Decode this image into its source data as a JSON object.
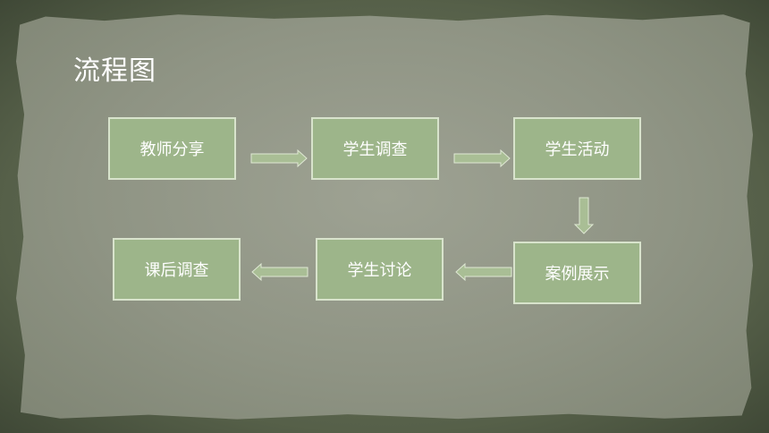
{
  "title": "流程图",
  "steps": [
    {
      "label": "教师分享"
    },
    {
      "label": "学生调查"
    },
    {
      "label": "学生活动"
    },
    {
      "label": "案例展示"
    },
    {
      "label": "学生讨论"
    },
    {
      "label": "课后调查"
    }
  ],
  "colors": {
    "box_fill": "#9db58a",
    "box_border": "#d8e3cc",
    "arrow_fill": "#a9be95",
    "text": "#ffffff"
  }
}
